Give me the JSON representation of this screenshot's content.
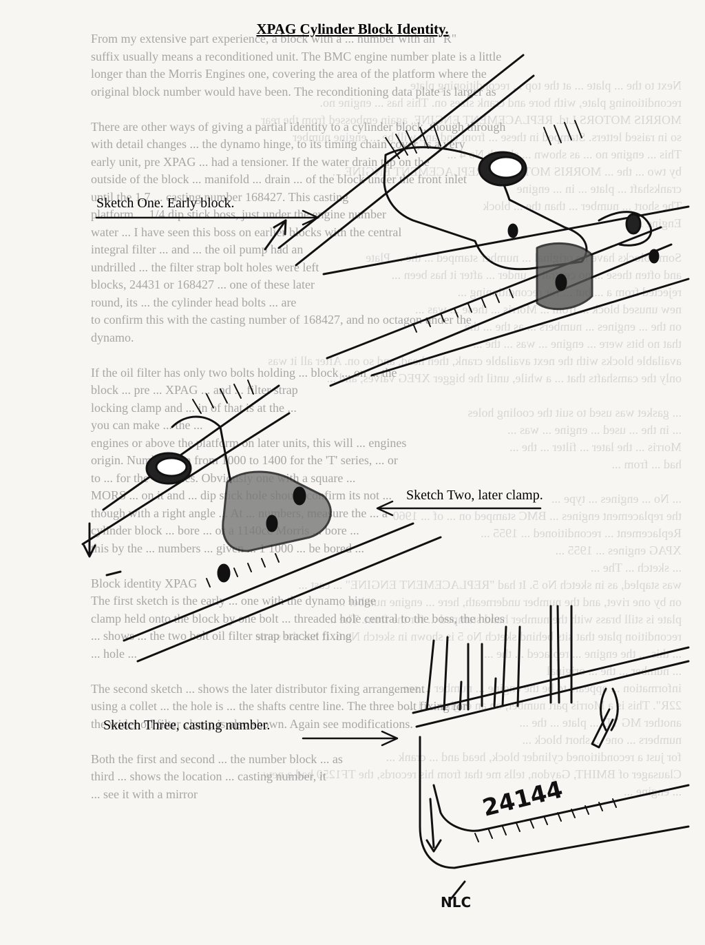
{
  "title": "XPAG Cylinder Block Identity.",
  "captions": {
    "sketch_one": "Sketch One. Early block.",
    "sketch_two": "Sketch Two, later clamp.",
    "sketch_three": "Sketch Three, casting number."
  },
  "handwritten": {
    "casting_number": "24144",
    "initials": "NLC"
  },
  "body_text": [
    "From my extensive part experience, a block with a ... number with an \"R\"",
    "suffix usually means a reconditioned unit. The BMC engine number plate is a little",
    "longer than the Morris Engines one, covering the area of the platform where the",
    "original block number would have been. The reconditioning data plate is larger as",
    "",
    "There are other ways of giving a partial identity to a cylinder block, though through",
    "with detail changes ... the dynamo hinge, to its timing chain cover, is a very",
    "early unit, pre XPAG ... had a tensioner. If the water drain tap on the",
    "outside of the block ... manifold ... drain ... of the block under the front inlet",
    "until the 1.7 ... casting number 168427. This casting",
    "platform ... 1/4 dip stick boss, just under the engine number",
    "water ... I have seen this boss on earlier blocks with the central",
    "integral filter ... and ... the oil pump had an",
    "undrilled ... the filter strap bolt holes were left",
    "blocks, 24431 or 168427 ... one of these later",
    "round, its ... the cylinder head bolts ... are",
    "to confirm this with the casting number of 168427, and no octagon under the",
    "dynamo.",
    "",
    "If the oil filter has only two bolts holding ... block ... on ... the",
    "block ... pre ... XPAG ... and ... filter strap",
    "locking clamp and ... in of that is at the ...",
    "you can make ... the ...",
    "engines or above the platform on later units, this will ... engines",
    "origin. Numbers ran from 1000 to 1400 for the 'T' series, ... or",
    "to ... for the 'T' series. Obviously one with a square ...",
    "MORS ... on it and ... dip stick hole should confirm its not ...",
    "though with a right angle ... At ... numbers, measure the ... a",
    "cylinder block ... bore ... or a 1140cc Morris ... bore ...",
    "this by the ... numbers ... given ... 1 1000 ... be bored ...",
    "",
    "Block identity XPAG",
    "The first sketch is the early ... one with the dynamo hinge",
    "clamp held onto the block by one bolt ... threaded hole central to the boss, the holes",
    "... shows ... the two bolt oil filter strap bracket fixing",
    "... hole ...",
    "",
    "The second sketch ... shows the later distributor fixing arrangement",
    "using a collet ... the hole is ... the shafts centre line. The three bolt fixing for",
    "the wider oil filter clamp is also shown. Again see modifications.",
    "",
    "Both the first and second ... the number block ... as",
    "third ... shows the location ... casting number, it",
    "... see it with a mirror"
  ],
  "reverse_text": [
    "Next to the ... plate ... at the top ... reconditioning plate",
    "reconditioning plate, with bore and crank sizes on. This has ... engine no.",
    "MORRIS MOTORS Ltd. REPLACEMENT ENGINE, again embossed from the rear",
    "so in raised letters. Stamped in these ... front end and will be ... engine number",
    "This ... engine no ... as shown ... sketch No 4 ...",
    "by two ... the ... MORRIS MOTORS ... REPLACEMENT ENGINE ...",
    "crankshaft ... plate ... in ... engine",
    "The short ... number ... than the ... block",
    "Engine ...",
    "",
    "Some blocks have no original ... number stamped ... the ... Plate",
    "and often these ... no central ... under ... after it has been ...",
    "rejected from a ... but ... for reconditioning ...",
    "new unused block ... from ... Morris ... these ... was ...",
    "on the ... engines ... numbers ... as the ... the",
    "that no bits were ... engine ... was ... the ...",
    "available blocks with the next available crank, then head, and so on. After all it was",
    "only the camshafts that ... a while, until the bigger XPEG valves, and ...",
    "",
    "... gasket was used to suit the cooling holes",
    "... in the ... used ... engine ... was ...",
    "Morris ... the later ... filter ... the ...",
    "had ... from ...",
    "",
    "... No ... engines ... type ...",
    "the replacement engines ... BMC stamped on ... of ... 1960",
    "Replacement ... reconditioned ... 1955 ...",
    "XPAG engines ... 1955 ...",
    "... sketch ... The ...",
    "was stapled, as in sketch No 5. It had \"REPLACEMENT ENGINE\" ... cast ...",
    "on by one rivet, and the number underneath, here ... engine number ...",
    "plate is still brass with the number hand stamped ... for the front. The ...",
    "recondition plate that sits behind sketch No 5 is shown in sketch No 6. It has the same",
    "... this ... the engine ... replaced ... the ...",
    "... number ... the ... original",
    "information ... appears to be the engine ... number ... see ...",
    "22R\". This is a Morris part number, on an engine ... 1 ...",
    "another MG TD ... plate ... the ... ",
    "numbers ... one ... short block ... ",
    "for just a reconditioned cylinder block, head and ... crank ...",
    "Clausager of BMIHT, Gaydon, tells me that from his records, the TF1250 had a new",
    "... engine ..."
  ]
}
